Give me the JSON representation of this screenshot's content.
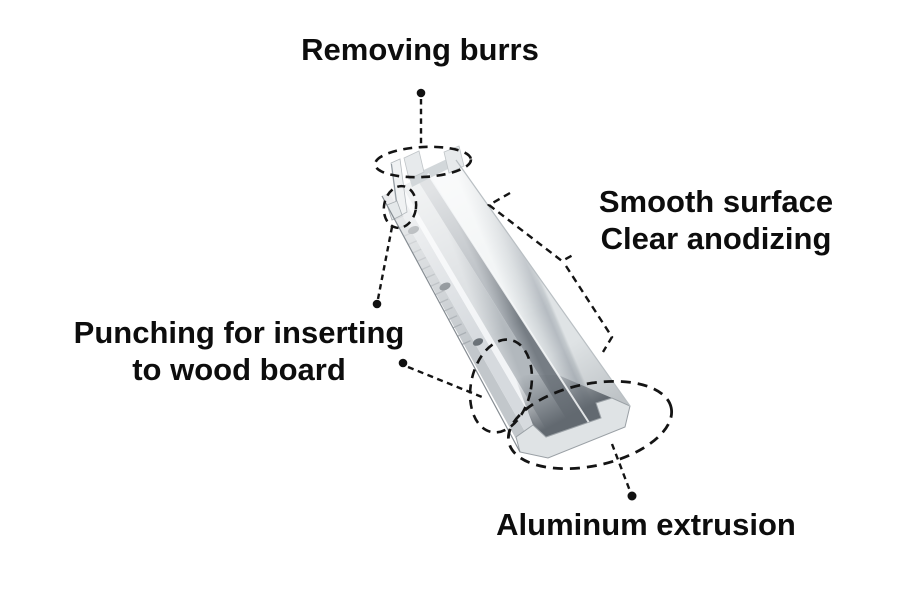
{
  "figure": {
    "type": "annotated product diagram",
    "subject": "Aluminum C-channel extrusion rail",
    "background": "#ffffff"
  },
  "labels": {
    "removing_burrs": {
      "text": "Removing burrs"
    },
    "smooth_surface": {
      "lines": [
        "Smooth surface",
        "Clear anodizing"
      ]
    },
    "punching": {
      "lines": [
        "Punching for inserting",
        "to wood board"
      ]
    },
    "aluminum_extrusion": {
      "text": "Aluminum extrusion"
    }
  },
  "annotations": [
    {
      "label": "Removing burrs",
      "target": "top cut end of rail",
      "style": "dot + dashed line + dashed ellipse"
    },
    {
      "label": "Smooth surface / Clear anodizing",
      "target": "long outer wall of rail",
      "style": "dashed bracket with mid pointer"
    },
    {
      "label": "Punching for inserting to wood board",
      "target": "punched holes / channel slot",
      "style": "two dots + dashed lines + dashed ellipses"
    },
    {
      "label": "Aluminum extrusion",
      "target": "bottom end profile of rail",
      "style": "dot + dashed line + dashed ellipse"
    }
  ],
  "colors": {
    "background": "#ffffff",
    "text": "#0d0d0d",
    "annotation_line": "#141414",
    "metal_bright": "#f2f4f6",
    "metal_mid": "#c6cbcf",
    "metal_shadow": "#767d84",
    "metal_void": "#626970"
  }
}
